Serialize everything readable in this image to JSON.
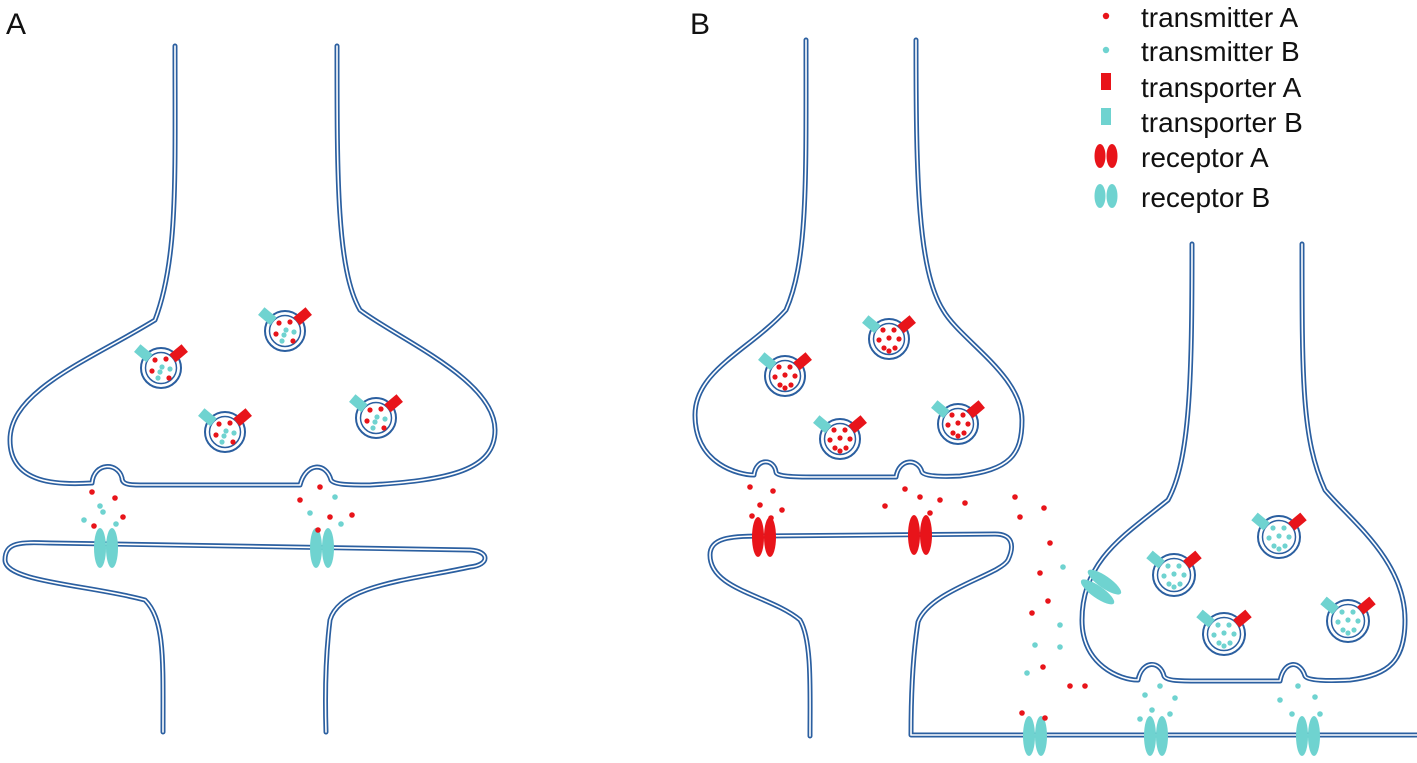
{
  "panels": {
    "a_label": "A",
    "b_label": "B"
  },
  "legend": {
    "items": [
      {
        "label": "transmitter A",
        "symbol": "dot",
        "color": "red"
      },
      {
        "label": "transmitter B",
        "symbol": "dot",
        "color": "cyan"
      },
      {
        "label": "transporter A",
        "symbol": "rect",
        "color": "red"
      },
      {
        "label": "transporter B",
        "symbol": "rect",
        "color": "cyan"
      },
      {
        "label": "receptor A",
        "symbol": "twin-ellipse",
        "color": "red"
      },
      {
        "label": "receptor B",
        "symbol": "twin-ellipse",
        "color": "cyan"
      }
    ]
  },
  "colors": {
    "membrane": "#2b5fa0",
    "red": "#e8141a",
    "cyan": "#6fd3d0",
    "text": "#111111",
    "background": "#ffffff"
  }
}
